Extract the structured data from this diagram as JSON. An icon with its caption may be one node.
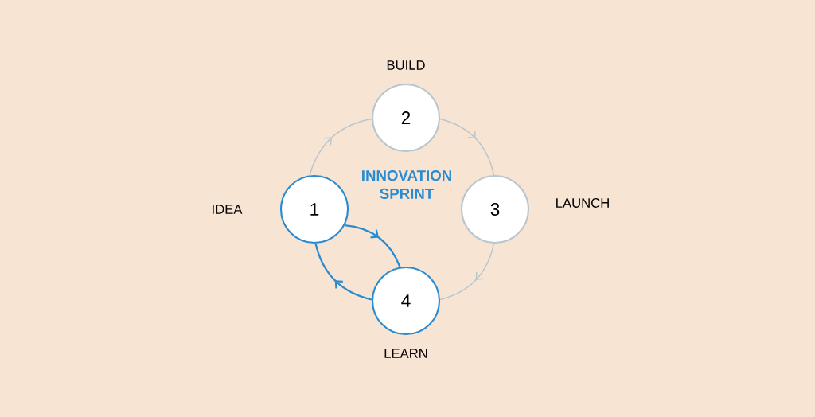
{
  "diagram": {
    "nodes": [
      {
        "text": [
          "1"
        ],
        "beside": [
          "IDEA"
        ]
      },
      {
        "text": [
          "2"
        ],
        "beside": [
          "BUILD"
        ]
      },
      {
        "text": [
          "3"
        ],
        "beside": [
          "LAUNCH"
        ]
      },
      {
        "text": [
          "4"
        ],
        "beside": [
          "LEARN"
        ]
      }
    ],
    "edges": [
      {
        "from": 0,
        "to": 1,
        "arrow": "to"
      },
      {
        "from": 1,
        "to": 2,
        "arrow": "to"
      },
      {
        "from": 2,
        "to": 3,
        "arrow": "to"
      },
      {
        "from": 3,
        "to": 0,
        "arrow": "to",
        "color": "#2a8bd0"
      },
      {
        "from": 0,
        "to": 3,
        "arrow": "to",
        "color": "#2a8bd0"
      }
    ],
    "labels": [
      "INNOVATION SPRINT"
    ]
  }
}
